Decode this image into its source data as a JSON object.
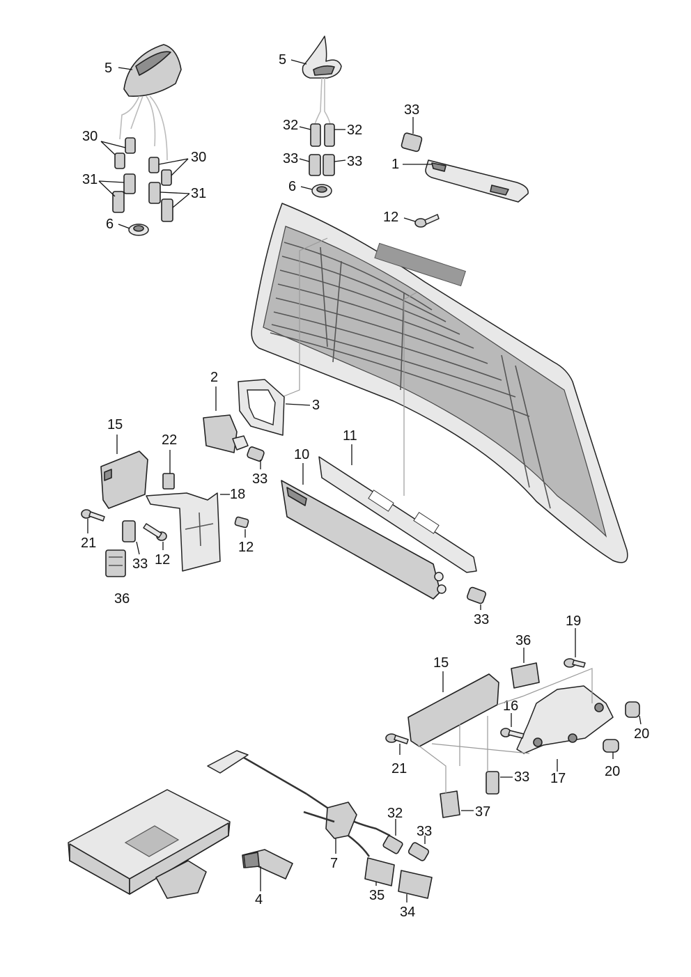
{
  "labels": {
    "roof_antenna_left": "5",
    "roof_antenna_mid": "5",
    "plug_30_a": "30",
    "plug_30_b": "30",
    "plug_31_a": "31",
    "plug_31_b": "31",
    "seal_6_left": "6",
    "plug_32_a": "32",
    "plug_32_b": "32",
    "plug_33_a": "33",
    "plug_33_b": "33",
    "seal_6_mid": "6",
    "connector_33_top": "33",
    "cover_1": "1",
    "screw_12_top": "12",
    "amplifier_2": "2",
    "bracket_3": "3",
    "plug_33_amp": "33",
    "antenna_module_11": "11",
    "antenna_module_10": "10",
    "control_unit_15_left": "15",
    "clip_22": "22",
    "bracket_18": "18",
    "screw_21_left": "21",
    "plug_33_left": "33",
    "screw_12_left": "12",
    "screw_12_right": "12",
    "connector_36_left": "36",
    "plug_33_module": "33",
    "screw_19": "19",
    "connector_36_right": "36",
    "control_unit_15_right": "15",
    "bolt_16": "16",
    "nut_20_top": "20",
    "nut_20_bottom": "20",
    "screw_21_right": "21",
    "plug_33_right": "33",
    "bracket_17": "17",
    "connector_37": "37",
    "plug_32_bottom": "32",
    "plug_33_bottom": "33",
    "antenna_lead_7": "7",
    "receiver_4": "4",
    "connector_35": "35",
    "connector_34": "34"
  }
}
